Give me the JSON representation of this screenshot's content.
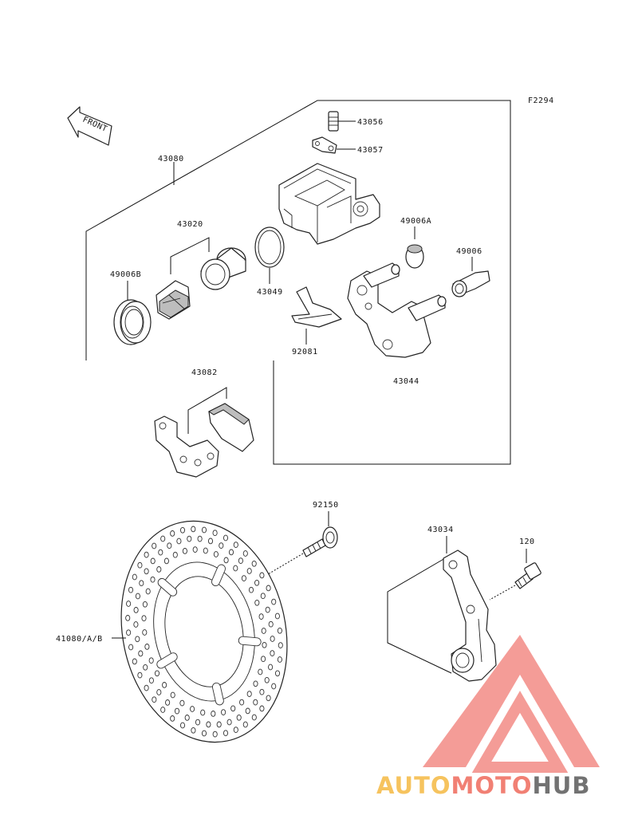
{
  "diagram": {
    "code": "F2294",
    "front_label": "FRONT",
    "parts": {
      "p43080": "43080",
      "p43056": "43056",
      "p43057": "43057",
      "p43020": "43020",
      "p49006A": "49006A",
      "p49006": "49006",
      "p49006B": "49006B",
      "p43049": "43049",
      "p92081": "92081",
      "p43044": "43044",
      "p43082": "43082",
      "p92150": "92150",
      "p43034": "43034",
      "p120": "120",
      "p41080": "41080/A/B"
    }
  },
  "watermark": {
    "part1": "AUTO",
    "part2": "MOTO",
    "part3": "HUB",
    "colors": {
      "auto": "#f5b942",
      "moto": "#ef6b5c",
      "hub": "#5a5a5a",
      "triangle": "#ee5a52"
    }
  }
}
